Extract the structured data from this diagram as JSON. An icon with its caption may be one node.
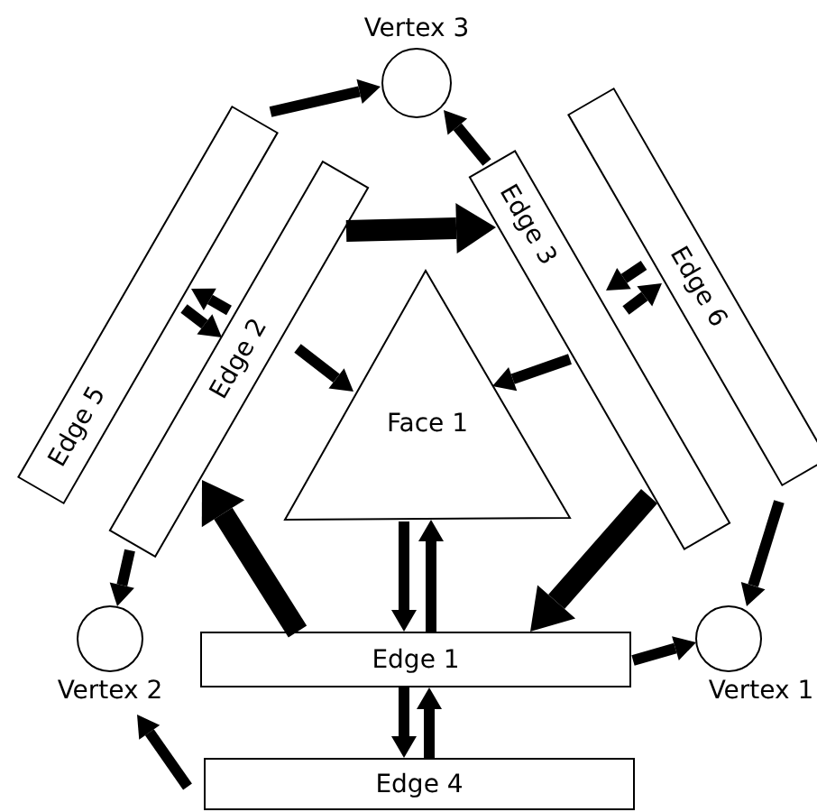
{
  "diagram": {
    "nodes": [
      {
        "text": [
          "Vertex 3"
        ]
      },
      {
        "text": [
          "Edge 5"
        ]
      },
      {
        "text": [
          "Edge 2"
        ]
      },
      {
        "text": [
          "Edge 3"
        ]
      },
      {
        "text": [
          "Edge 6"
        ]
      },
      {
        "text": [
          "Face 1"
        ]
      },
      {
        "text": [
          "Vertex 2"
        ]
      },
      {
        "text": [
          "Edge 1"
        ]
      },
      {
        "text": [
          "Vertex 1"
        ]
      },
      {
        "text": [
          "Edge 4"
        ]
      }
    ],
    "edges": [
      {
        "from": 1,
        "to": 0,
        "arrow": "to"
      },
      {
        "from": 3,
        "to": 0,
        "arrow": "to"
      },
      {
        "from": 2,
        "to": 3,
        "arrow": "to",
        "style": "thick"
      },
      {
        "from": 2,
        "to": 1,
        "arrow": "to"
      },
      {
        "from": 1,
        "to": 2,
        "arrow": "to"
      },
      {
        "from": 2,
        "to": 5,
        "arrow": "to"
      },
      {
        "from": 3,
        "to": 5,
        "arrow": "to"
      },
      {
        "from": 4,
        "to": 3,
        "arrow": "to"
      },
      {
        "from": 3,
        "to": 4,
        "arrow": "to"
      },
      {
        "from": 4,
        "to": 8,
        "arrow": "to"
      },
      {
        "from": 2,
        "to": 6,
        "arrow": "to"
      },
      {
        "from": 7,
        "to": 2,
        "arrow": "to",
        "style": "thick"
      },
      {
        "from": 3,
        "to": 7,
        "arrow": "to",
        "style": "thick"
      },
      {
        "from": 5,
        "to": 7,
        "arrow": "to"
      },
      {
        "from": 7,
        "to": 5,
        "arrow": "to"
      },
      {
        "from": 7,
        "to": 8,
        "arrow": "to"
      },
      {
        "from": 7,
        "to": 9,
        "arrow": "to"
      },
      {
        "from": 9,
        "to": 7,
        "arrow": "to"
      },
      {
        "from": 9,
        "to": 6,
        "arrow": "to"
      }
    ]
  }
}
